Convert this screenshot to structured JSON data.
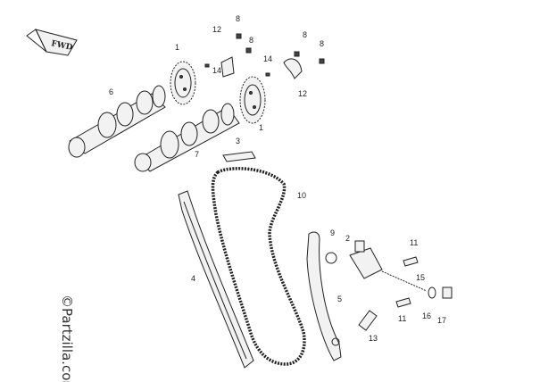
{
  "diagram": {
    "fwd_label": "FWD",
    "watermark": "©Partzilla.com",
    "callouts": [
      {
        "id": "c1a",
        "text": "1"
      },
      {
        "id": "c1b",
        "text": "1"
      },
      {
        "id": "c2",
        "text": "2"
      },
      {
        "id": "c3",
        "text": "3"
      },
      {
        "id": "c4",
        "text": "4"
      },
      {
        "id": "c5",
        "text": "5"
      },
      {
        "id": "c6",
        "text": "6"
      },
      {
        "id": "c7",
        "text": "7"
      },
      {
        "id": "c8a",
        "text": "8"
      },
      {
        "id": "c8b",
        "text": "8"
      },
      {
        "id": "c8c",
        "text": "8"
      },
      {
        "id": "c8d",
        "text": "8"
      },
      {
        "id": "c9",
        "text": "9"
      },
      {
        "id": "c10",
        "text": "10"
      },
      {
        "id": "c11a",
        "text": "11"
      },
      {
        "id": "c11b",
        "text": "11"
      },
      {
        "id": "c12a",
        "text": "12"
      },
      {
        "id": "c12b",
        "text": "12"
      },
      {
        "id": "c13",
        "text": "13"
      },
      {
        "id": "c14a",
        "text": "14"
      },
      {
        "id": "c14b",
        "text": "14"
      },
      {
        "id": "c15",
        "text": "15"
      },
      {
        "id": "c16",
        "text": "16"
      },
      {
        "id": "c17",
        "text": "17"
      }
    ]
  }
}
